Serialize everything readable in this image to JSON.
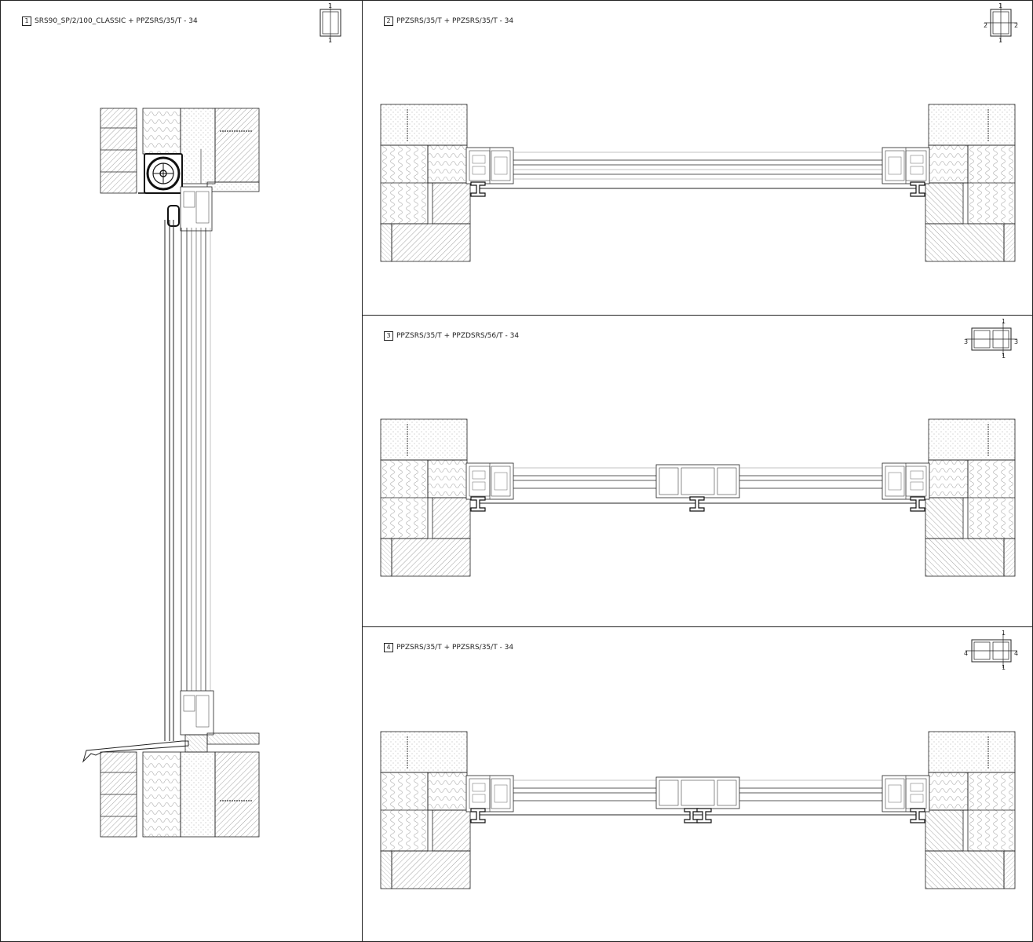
{
  "panels": [
    {
      "number": "1",
      "title": "SRS90_SP/2/100_CLASSIC + PPZSRS/35/T - 34",
      "key_marks": {
        "top": "1",
        "bottom": "1"
      }
    },
    {
      "number": "2",
      "title": "PPZSRS/35/T + PPZSRS/35/T - 34",
      "key_marks": {
        "top": "1",
        "bottom": "1",
        "left": "2",
        "right": "2"
      }
    },
    {
      "number": "3",
      "title": "PPZSRS/35/T + PPZDSRS/56/T - 34",
      "key_marks": {
        "top": "1",
        "bottom": "1",
        "left": "3",
        "right": "3"
      }
    },
    {
      "number": "4",
      "title": "PPZSRS/35/T + PPZSRS/35/T - 34",
      "key_marks": {
        "top": "1",
        "bottom": "1",
        "left": "4",
        "right": "4"
      }
    }
  ],
  "colors": {
    "line": "#222222",
    "hatch": "#8c8c8c",
    "fill": "#ffffff"
  }
}
